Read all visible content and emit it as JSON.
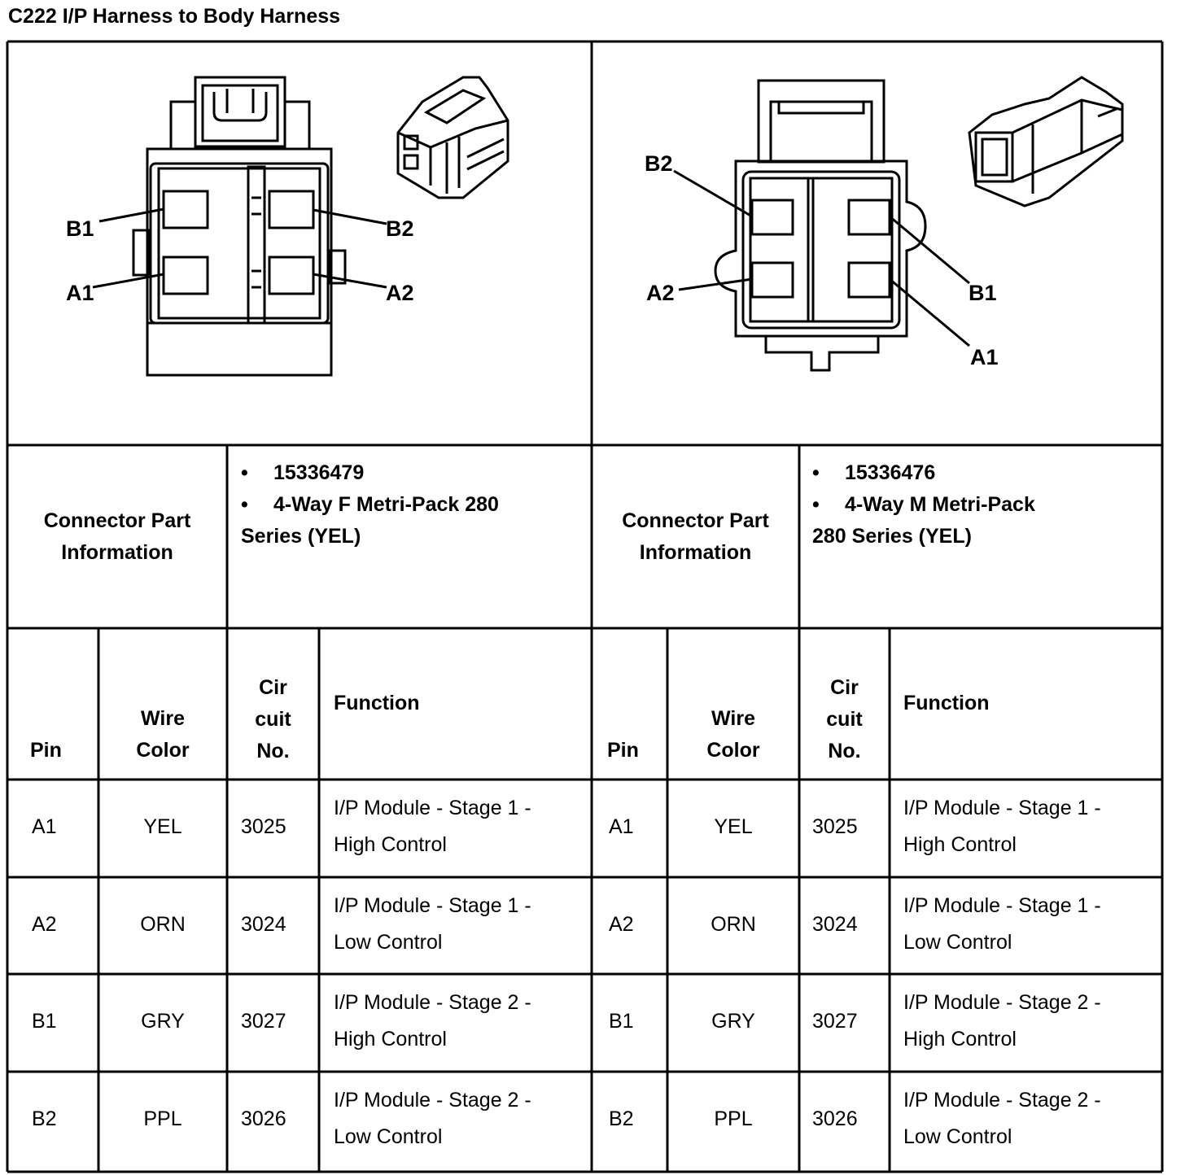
{
  "title": "C222 I/P Harness to Body Harness",
  "left": {
    "pin_labels": {
      "b1": "B1",
      "b2": "B2",
      "a1": "A1",
      "a2": "A2"
    },
    "info_label_line1": "Connector Part",
    "info_label_line2": "Information",
    "part_number": "15336479",
    "desc_line1": "4-Way F Metri-Pack 280",
    "desc_line2": "Series (YEL)"
  },
  "right": {
    "pin_labels": {
      "b1": "B1",
      "b2": "B2",
      "a1": "A1",
      "a2": "A2"
    },
    "info_label_line1": "Connector Part",
    "info_label_line2": "Information",
    "part_number": "15336476",
    "desc_line1": "4-Way M Metri-Pack",
    "desc_line2": "280 Series (YEL)"
  },
  "headers": {
    "pin": "Pin",
    "wire1": "Wire",
    "wire2": "Color",
    "cir1": "Cir",
    "cir2": "cuit",
    "cir3": "No.",
    "function": "Function"
  },
  "rows": [
    {
      "pin": "A1",
      "color": "YEL",
      "circuit": "3025",
      "f1": "I/P Module - Stage 1 -",
      "f2": "High Control"
    },
    {
      "pin": "A2",
      "color": "ORN",
      "circuit": "3024",
      "f1": "I/P Module - Stage 1 -",
      "f2": "Low Control"
    },
    {
      "pin": "B1",
      "color": "GRY",
      "circuit": "3027",
      "f1": "I/P Module - Stage 2 -",
      "f2": "High Control"
    },
    {
      "pin": "B2",
      "color": "PPL",
      "circuit": "3026",
      "f1": "I/P Module - Stage 2 -",
      "f2": "Low Control"
    }
  ]
}
